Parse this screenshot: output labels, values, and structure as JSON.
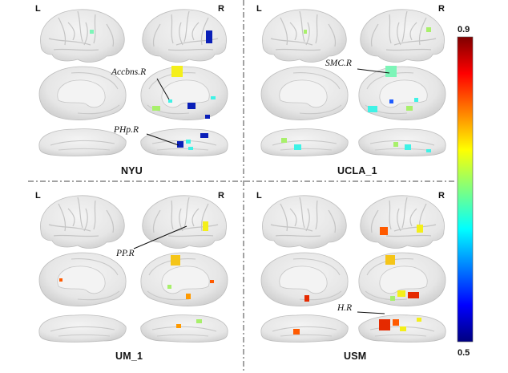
{
  "panels": [
    {
      "site": "NYU",
      "hemi_left": "L",
      "hemi_right": "R",
      "roi_labels": [
        "Accbns.R",
        "PHp.R"
      ]
    },
    {
      "site": "UCLA_1",
      "hemi_left": "L",
      "hemi_right": "R",
      "roi_labels": [
        "SMC.R"
      ]
    },
    {
      "site": "UM_1",
      "hemi_left": "L",
      "hemi_right": "R",
      "roi_labels": [
        "PP.R"
      ]
    },
    {
      "site": "USM",
      "hemi_left": "L",
      "hemi_right": "R",
      "roi_labels": [
        "H.R"
      ]
    }
  ],
  "colorbar": {
    "max": "0.9",
    "min": "0.5",
    "colormap": "jet",
    "colors": [
      "#00007f",
      "#0000ff",
      "#00ffff",
      "#ffff00",
      "#ff0000",
      "#7f0000"
    ]
  },
  "colors": {
    "dark_blue": "#0a1fb8",
    "blue": "#1f5cff",
    "cyan": "#3ff2e6",
    "mint": "#7df5b8",
    "light_green": "#a8f06b",
    "yellow": "#f4ef1a",
    "gold": "#f5c518",
    "orange": "#ff9a00",
    "orange_red": "#ff5a00",
    "red": "#e52a00"
  }
}
